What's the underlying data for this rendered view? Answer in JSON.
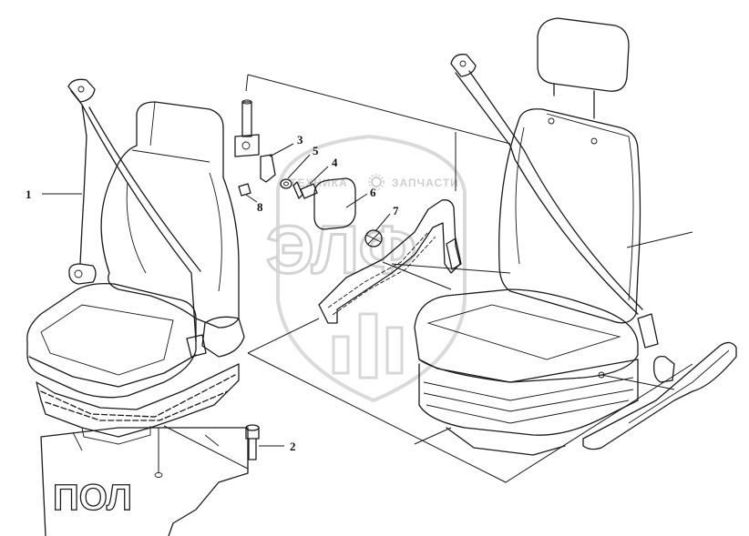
{
  "callouts": [
    {
      "id": "1",
      "label": "1"
    },
    {
      "id": "2",
      "label": "2"
    },
    {
      "id": "3",
      "label": "3"
    },
    {
      "id": "4",
      "label": "4"
    },
    {
      "id": "5",
      "label": "5"
    },
    {
      "id": "6",
      "label": "6"
    },
    {
      "id": "7",
      "label": "7"
    },
    {
      "id": "8",
      "label": "8"
    }
  ],
  "watermark": {
    "left_word": "ТЕХНИКА",
    "right_word": "ЗАПЧАСТИ",
    "logo": "ЭЛФ"
  },
  "floor_text": "ПОЛ"
}
